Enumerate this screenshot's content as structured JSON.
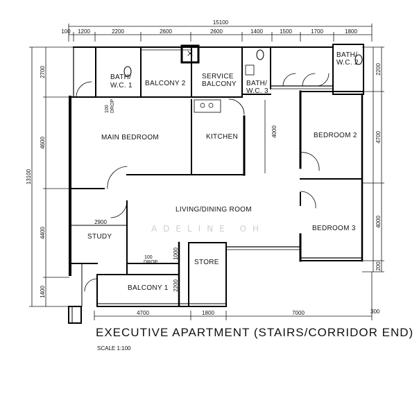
{
  "title": "EXECUTIVE APARTMENT (STAIRS/CORRIDOR END)",
  "scale": "SCALE 1:100",
  "watermark": "ADELINE OH",
  "rooms": {
    "bath1": [
      "BATH/",
      "W.C. 1"
    ],
    "balcony2": "BALCONY 2",
    "service_balcony": [
      "SERVICE",
      "BALCONY"
    ],
    "bath3": [
      "BATH/",
      "W.C. 3"
    ],
    "bath2": [
      "BATH/",
      "W.C. 2"
    ],
    "main_bedroom": "MAIN BEDROOM",
    "kitchen": "KITCHEN",
    "bedroom2": "BEDROOM 2",
    "living_dining": "LIVING/DINING ROOM",
    "bedroom3": "BEDROOM 3",
    "study": "STUDY",
    "store": "STORE",
    "balcony1": "BALCONY 1"
  },
  "notes": {
    "drop1": [
      "100",
      "DROP"
    ],
    "drop2": [
      "100",
      "DROP"
    ]
  },
  "dimensions": {
    "top_total": "15100",
    "top": [
      "100",
      "1200",
      "2200",
      "2600",
      "2600",
      "1400",
      "1500",
      "1700",
      "1800"
    ],
    "left_total": "13100",
    "left": [
      "2700",
      "4600",
      "4400",
      "1400"
    ],
    "right": [
      "2200",
      "4700",
      "4000",
      "200"
    ],
    "bottom": [
      "4700",
      "1800",
      "7000"
    ],
    "bottom_right": "300",
    "inner": {
      "kitchen_depth": "4000",
      "study_width": "2900",
      "store_height": "1000",
      "balcony_height": "2200"
    }
  }
}
